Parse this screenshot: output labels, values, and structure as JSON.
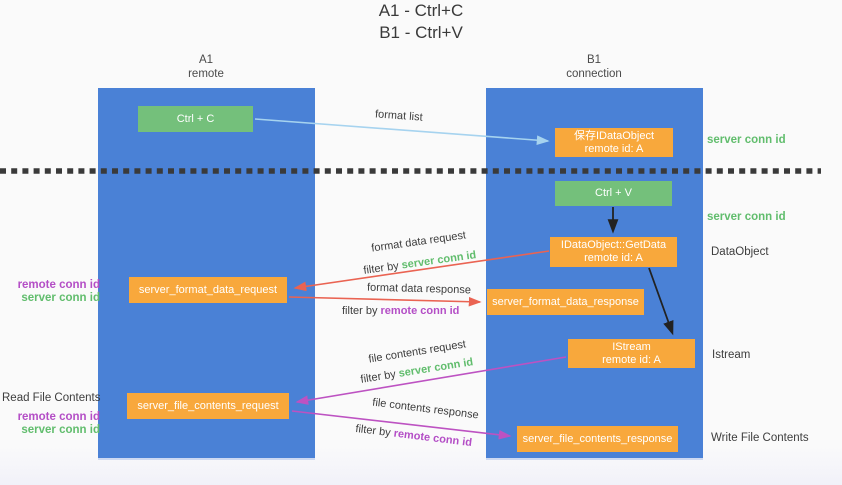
{
  "title": {
    "line1": "A1 - Ctrl+C",
    "line2": "B1 - Ctrl+V"
  },
  "lanes": [
    {
      "name": "A1",
      "subtitle": "remote"
    },
    {
      "name": "B1",
      "subtitle": "connection"
    }
  ],
  "nodes": {
    "ctrl_c": {
      "label": "Ctrl + C"
    },
    "save_idataobject": {
      "line1": "保存IDataObject",
      "line2": "remote id: A"
    },
    "ctrl_v": {
      "label": "Ctrl + V"
    },
    "getdata": {
      "line1": "IDataObject::GetData",
      "line2": "remote id: A"
    },
    "server_format_data_request": {
      "label": "server_format_data_request"
    },
    "server_format_data_response": {
      "label": "server_format_data_response"
    },
    "istream": {
      "line1": "IStream",
      "line2": "remote id: A"
    },
    "server_file_contents_request": {
      "label": "server_file_contents_request"
    },
    "server_file_contents_response": {
      "label": "server_file_contents_response"
    }
  },
  "flow_labels": {
    "format_list": "format list",
    "format_data_request": "format data request",
    "format_data_response": "format data response",
    "file_contents_request": "file contents request",
    "file_contents_response": "file contents response",
    "filter_by": "filter by",
    "server_conn_id": "server conn id",
    "remote_conn_id": "remote conn id"
  },
  "side_labels": {
    "right": {
      "server_conn_id_top": "server conn id",
      "server_conn_id_mid": "server conn id",
      "dataobject": "DataObject",
      "istream": "Istream",
      "write_file_contents": "Write File Contents"
    },
    "left": {
      "remote_conn_id_1": "remote conn id",
      "server_conn_id_1": "server conn id",
      "read_file_contents": "Read File Contents",
      "remote_conn_id_2": "remote conn id",
      "server_conn_id_2": "server conn id"
    }
  },
  "colors": {
    "lane_blue": "#4a81d6",
    "node_green": "#74c07b",
    "node_orange": "#f8a83c",
    "arrow_red": "#ea6352",
    "arrow_purple": "#bd52c2",
    "arrow_light_blue": "#a6d3ef",
    "arrow_black": "#222222",
    "text_green": "#61bd6d",
    "text_purple": "#b44ec6",
    "text_dark": "#3d3d3d",
    "background": "#fafafa"
  }
}
